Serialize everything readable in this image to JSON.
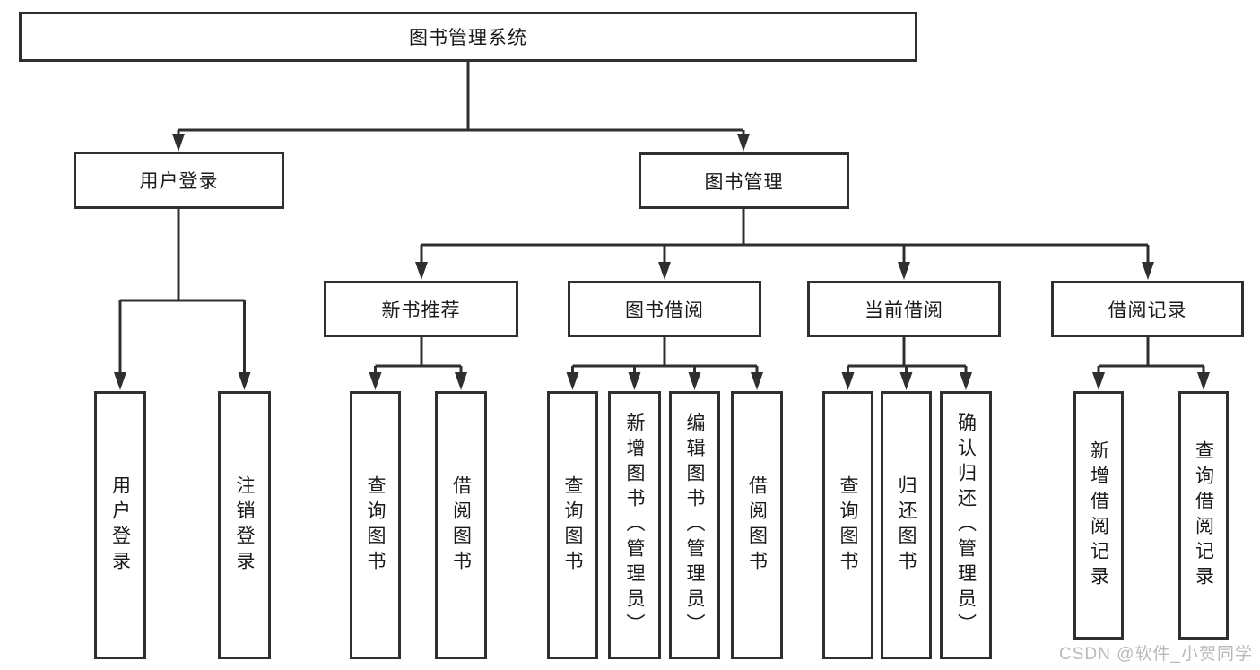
{
  "tree": {
    "label": "图书管理系统",
    "children": [
      {
        "label": "用户登录",
        "children": [
          {
            "label": "用户登录"
          },
          {
            "label": "注销登录"
          }
        ]
      },
      {
        "label": "图书管理",
        "children": [
          {
            "label": "新书推荐",
            "children": [
              {
                "label": "查询图书"
              },
              {
                "label": "借阅图书"
              }
            ]
          },
          {
            "label": "图书借阅",
            "children": [
              {
                "label": "查询图书"
              },
              {
                "label": "新增图书（管理员）"
              },
              {
                "label": "编辑图书（管理员）"
              },
              {
                "label": "借阅图书"
              }
            ]
          },
          {
            "label": "当前借阅",
            "children": [
              {
                "label": "查询图书"
              },
              {
                "label": "归还图书"
              },
              {
                "label": "确认归还（管理员）"
              }
            ]
          },
          {
            "label": "借阅记录",
            "children": [
              {
                "label": "新增借阅记录"
              },
              {
                "label": "查询借阅记录"
              }
            ]
          }
        ]
      }
    ]
  },
  "watermark": "CSDN @软件_小贺同学",
  "colors": {
    "line": "#2f2f2f",
    "text": "#1a1a1a",
    "watermark": "#b9b9b9",
    "background": "#ffffff"
  }
}
